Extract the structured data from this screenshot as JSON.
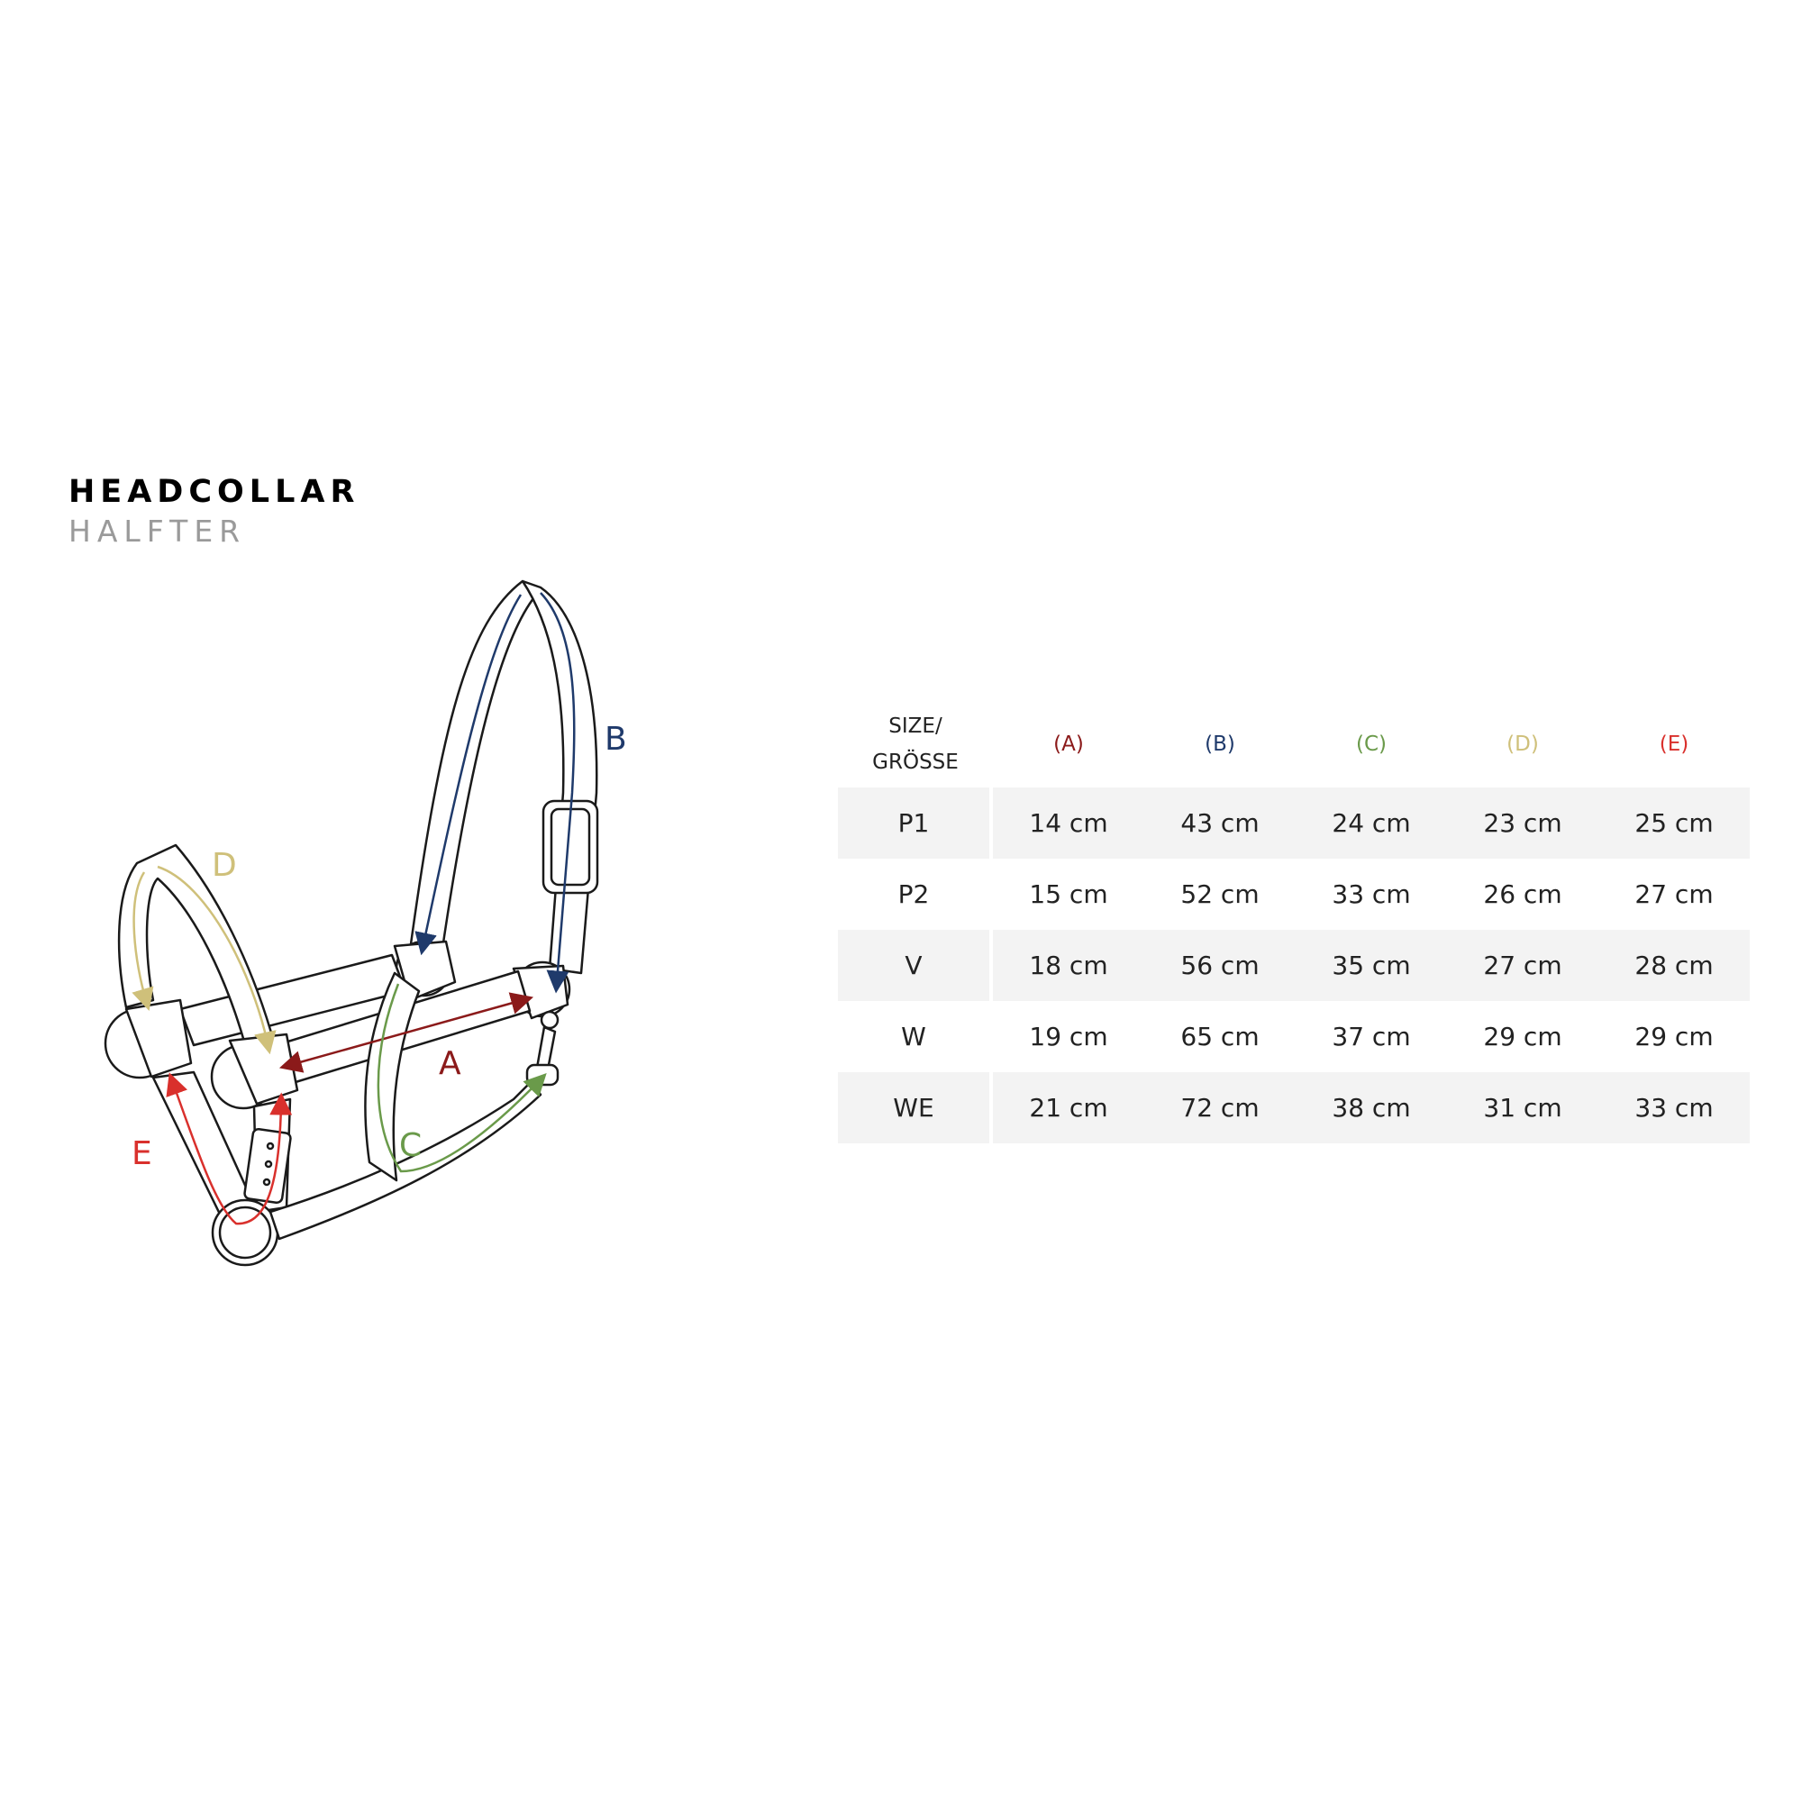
{
  "header": {
    "title": "HEADCOLLAR",
    "subtitle": "HALFTER"
  },
  "diagram": {
    "labels": [
      {
        "id": "A",
        "text": "A",
        "color": "#8b1a1a"
      },
      {
        "id": "B",
        "text": "B",
        "color": "#1f3a6b"
      },
      {
        "id": "C",
        "text": "C",
        "color": "#6a9a4a"
      },
      {
        "id": "D",
        "text": "D",
        "color": "#cfc07a"
      },
      {
        "id": "E",
        "text": "E",
        "color": "#d9302c"
      }
    ]
  },
  "table": {
    "size_header_line1": "SIZE/",
    "size_header_line2": "GRÖSSE",
    "columns": [
      {
        "label": "(A)",
        "color": "#8b1a1a"
      },
      {
        "label": "(B)",
        "color": "#1f3a6b"
      },
      {
        "label": "(C)",
        "color": "#6a9a4a"
      },
      {
        "label": "(D)",
        "color": "#cfc07a"
      },
      {
        "label": "(E)",
        "color": "#d9302c"
      }
    ],
    "rows": [
      {
        "size": "P1",
        "values": [
          "14 cm",
          "43 cm",
          "24 cm",
          "23 cm",
          "25 cm"
        ]
      },
      {
        "size": "P2",
        "values": [
          "15 cm",
          "52 cm",
          "33 cm",
          "26 cm",
          "27 cm"
        ]
      },
      {
        "size": "V",
        "values": [
          "18 cm",
          "56 cm",
          "35 cm",
          "27 cm",
          "28 cm"
        ]
      },
      {
        "size": "W",
        "values": [
          "19 cm",
          "65 cm",
          "37 cm",
          "29 cm",
          "29 cm"
        ]
      },
      {
        "size": "WE",
        "values": [
          "21 cm",
          "72 cm",
          "38 cm",
          "31 cm",
          "33 cm"
        ]
      }
    ]
  }
}
